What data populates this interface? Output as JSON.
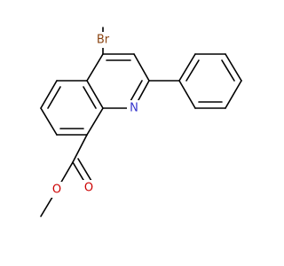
{
  "molecule": {
    "colors": {
      "background": "#ffffff",
      "bond": "#000000",
      "carbon_label": "#000000",
      "nitrogen": "#3333cc",
      "oxygen": "#cc0000",
      "bromine": "#8b4513"
    },
    "atom_labels": {
      "bromine": "Br",
      "ring_nitrogen": "N",
      "carbonyl_oxygen": "O",
      "ester_oxygen": "O"
    }
  }
}
